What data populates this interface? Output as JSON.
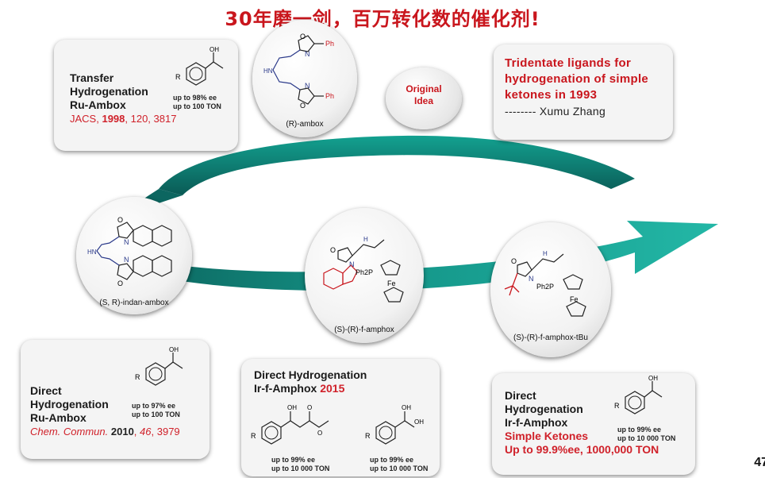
{
  "title": "30年磨一剑，百万转化数的催化剂!",
  "original_idea": {
    "line1": "Original",
    "line2": "Idea"
  },
  "tridentate": {
    "line1": "Tridentate ligands for",
    "line2": "hydrogenation of simple",
    "line3": "ketones in 1993",
    "author_dash": "--------",
    "author": "Xumu Zhang"
  },
  "card1": {
    "line1": "Transfer",
    "line2": "Hydrogenation",
    "line3": "Ru-Ambox",
    "ref_journal": "JACS,",
    "ref_year": "1998",
    "ref_rest": ", 120, 3817",
    "ee": "up to 98% ee",
    "ton": "up to 100 TON"
  },
  "ambox_caption": "(R)-ambox",
  "indan_caption": "(S, R)-indan-ambox",
  "famphox_caption": "(S)-(R)-f-amphox",
  "famphox_tbu_caption": "(S)-(R)-f-amphox-tBu",
  "card2": {
    "line1": "Direct",
    "line2": "Hydrogenation",
    "line3": "Ru-Ambox",
    "ref_journal": "Chem. Commun.",
    "ref_year": "2010",
    "ref_vol": "46",
    "ref_pages": "3979",
    "ee": "up to 97% ee",
    "ton": "up to 100 TON"
  },
  "card3": {
    "line1": "Direct Hydrogenation",
    "line2_a": "Ir-f-Amphox",
    "line2_b": "2015",
    "ee1": "up to 99% ee",
    "ton1": "up to 10 000 TON",
    "ee2": "up to 99% ee",
    "ton2": "up to 10 000 TON"
  },
  "card4": {
    "line1": "Direct",
    "line2": "Hydrogenation",
    "line3": "Ir-f-Amphox",
    "line4": "Simple Ketones",
    "line5": "Up to 99.9%ee, 1000,000 TON",
    "ee": "up to 99% ee",
    "ton": "up to 10 000 TON"
  },
  "chem_labels": {
    "oh": "OH",
    "o": "O",
    "n": "N",
    "hn": "HN",
    "nh": "H",
    "ph": "Ph",
    "r": "R",
    "ph2p": "Ph2P",
    "fe": "Fe"
  },
  "page_number": "47",
  "colors": {
    "title_red": "#c9161d",
    "teal_dark": "#0e6e66",
    "teal_light": "#1aa595",
    "ref_red": "#d0212a"
  }
}
